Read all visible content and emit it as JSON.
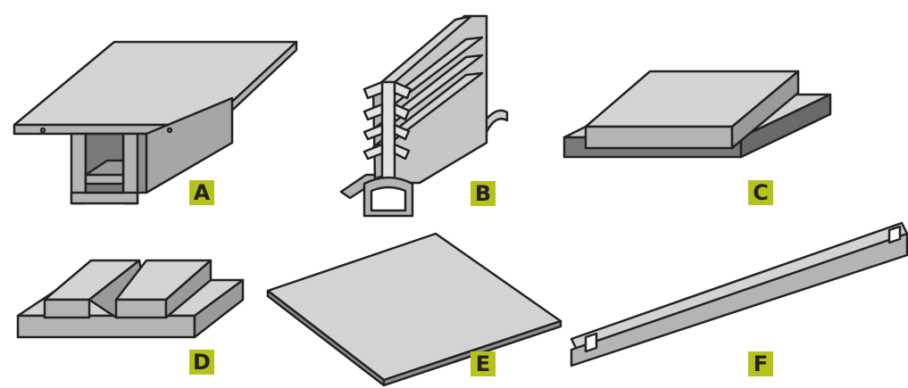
{
  "colors": {
    "stroke": "#222222",
    "light_face": "#d3d3d3",
    "mid_face": "#b4b4b4",
    "dark_face": "#8f8f8f",
    "badge": "#b7c11c"
  },
  "profiles": [
    {
      "label": "A",
      "icon": "t-profile-icon"
    },
    {
      "label": "B",
      "icon": "fin-profile-icon"
    },
    {
      "label": "C",
      "icon": "stepped-block-icon"
    },
    {
      "label": "D",
      "icon": "dovetail-block-icon"
    },
    {
      "label": "E",
      "icon": "flat-sheet-icon"
    },
    {
      "label": "F",
      "icon": "notched-strip-icon"
    }
  ]
}
